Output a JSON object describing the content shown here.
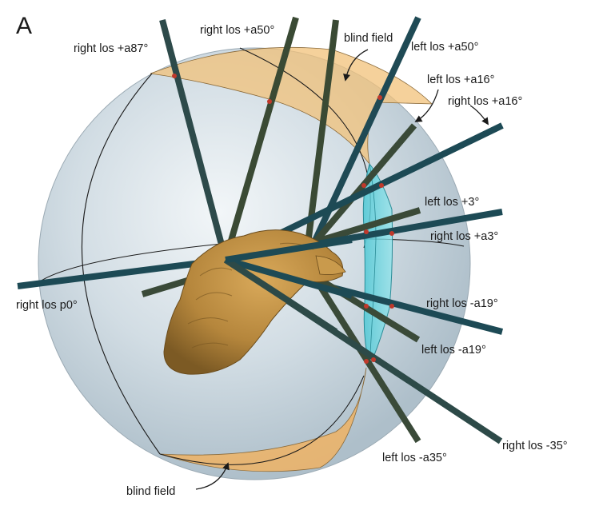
{
  "panel_label": "A",
  "labels": {
    "blind_field_top": "blind field",
    "blind_field_bottom": "blind field",
    "right_los_a87": "right los +a87°",
    "right_los_a50": "right los +a50°",
    "left_los_a50": "left los +a50°",
    "left_los_a16": "left los +a16°",
    "right_los_a16": "right los +a16°",
    "left_los_3": "left los +3°",
    "right_los_a3": "right los +a3°",
    "right_los_p0": "right los p0°",
    "right_los_m19": "right los -a19°",
    "left_los_m19": "left los -a19°",
    "left_los_m35": "left los -a35°",
    "right_los_m35": "right los -35°"
  },
  "colors": {
    "sphere": "#c9d6df",
    "blind_field": "#f2c27a",
    "binocular_field": "#5fd3de",
    "rod_right": "#1d4a55",
    "rod_left": "#3a4a38",
    "head": "#b88a3e",
    "intersection_dot": "#c0392b"
  }
}
